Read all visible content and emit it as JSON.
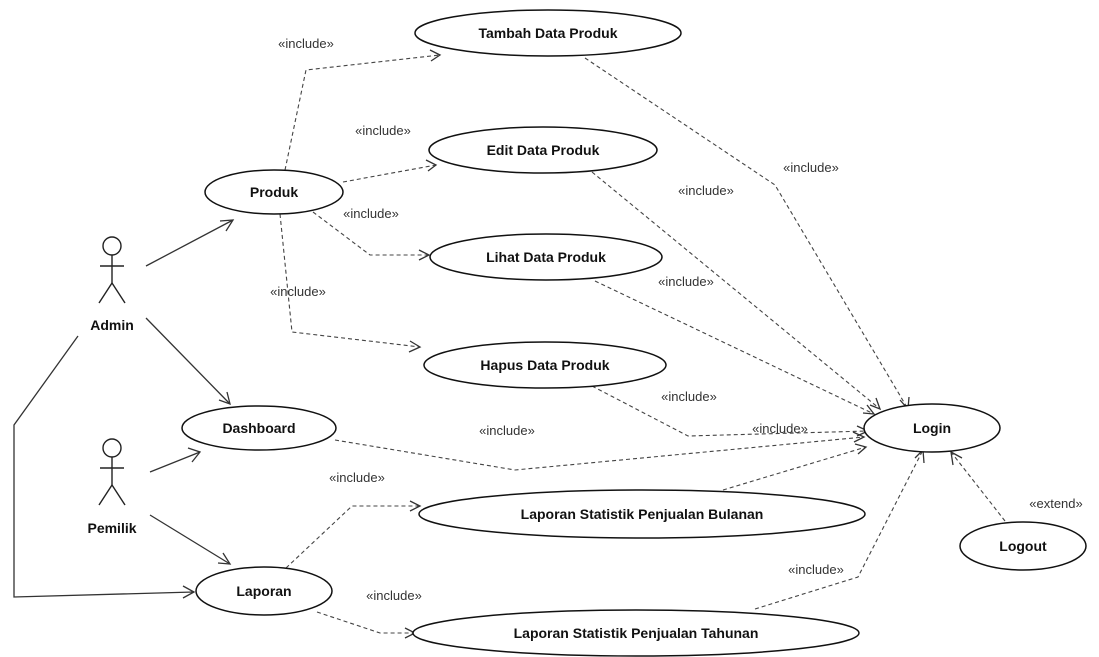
{
  "actors": {
    "admin": "Admin",
    "pemilik": "Pemilik"
  },
  "use_cases": {
    "produk": "Produk",
    "tambah": "Tambah Data Produk",
    "edit": "Edit Data Produk",
    "lihat": "Lihat Data Produk",
    "hapus": "Hapus Data Produk",
    "dashboard": "Dashboard",
    "login": "Login",
    "laporan": "Laporan",
    "bulanan": "Laporan Statistik Penjualan Bulanan",
    "tahunan": "Laporan Statistik Penjualan Tahunan",
    "logout": "Logout"
  },
  "stereotypes": {
    "include": "«include»",
    "extend": "«extend»"
  }
}
